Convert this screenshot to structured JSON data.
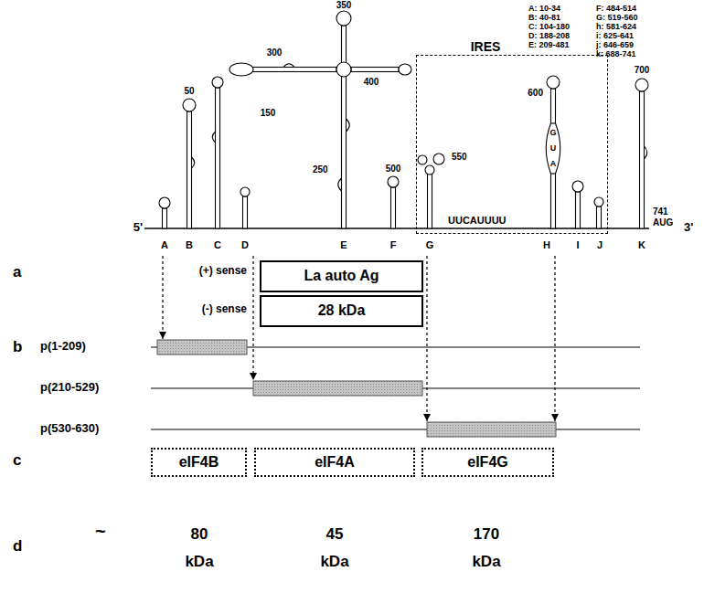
{
  "diagram": {
    "nodes": [
      {
        "text": [
          "IRES"
        ]
      },
      {
        "text": [
          "La auto Ag"
        ]
      },
      {
        "text": [
          "28 kDa"
        ]
      },
      {
        "text": [
          "eIF4B"
        ]
      },
      {
        "text": [
          "eIF4A"
        ]
      },
      {
        "text": [
          "eIF4G"
        ]
      }
    ],
    "labels": [
      "350",
      "A: 10-34",
      "B: 40-81",
      "C: 104-180",
      "D: 188-208",
      "E: 209-481",
      "F: 484-514",
      "G: 519-560",
      "h: 581-624",
      "i: 625-641",
      "j: 646-659",
      "k: 688-741",
      "300",
      "400",
      "50",
      "150",
      "250",
      "700",
      "600",
      "G U A",
      "500",
      "550",
      "5'",
      "UUCAUUUU",
      "741",
      "AUG",
      "3'",
      "A",
      "B",
      "C",
      "D",
      "E",
      "F",
      "G",
      "H",
      "I",
      "J",
      "K",
      "a",
      "(+) sense",
      "(-) sense",
      "b",
      "p(1-209)",
      "p(210-529)",
      "p(530-630)",
      "c",
      "d",
      "~",
      "80 kDa",
      "45 kDa",
      "170 kDa"
    ]
  }
}
